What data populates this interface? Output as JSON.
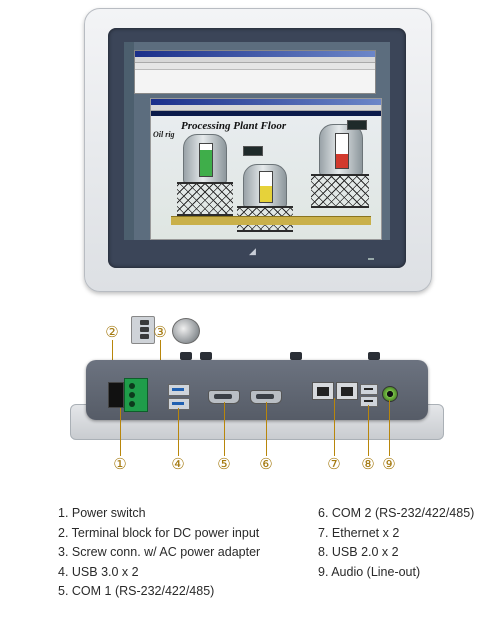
{
  "screen": {
    "plant_title": "Processing Plant Floor",
    "side_label": "Oil rig"
  },
  "callouts": [
    "①",
    "②",
    "③",
    "④",
    "⑤",
    "⑥",
    "⑦",
    "⑧",
    "⑨"
  ],
  "legend": {
    "left": [
      "1. Power switch",
      "2. Terminal block for DC power input",
      "3. Screw conn. w/ AC power adapter",
      "4. USB 3.0 x 2",
      "5. COM 1 (RS-232/422/485)"
    ],
    "right": [
      "6. COM 2 (RS-232/422/485)",
      "7. Ethernet x 2",
      "8. USB 2.0 x 2",
      "9. Audio (Line-out)"
    ]
  },
  "colors": {
    "callout": "#a57a10",
    "bezel": "#e4e6e9",
    "rear_panel": "#5f6570",
    "terminal_block": "#1f9d4a"
  }
}
